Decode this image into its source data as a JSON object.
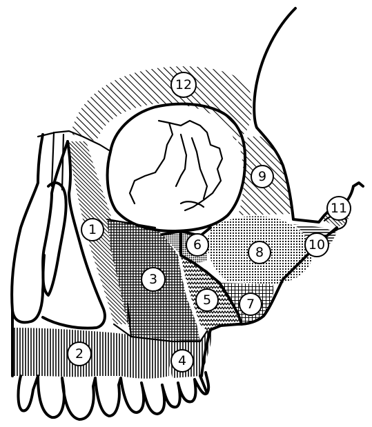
{
  "diagram": {
    "type": "anatomical-line-drawing",
    "subject": "skull-maxilla-lateral",
    "regions": [
      {
        "id": "r1",
        "label": "1",
        "pattern": "diag-dense"
      },
      {
        "id": "r2",
        "label": "2",
        "pattern": "vertical"
      },
      {
        "id": "r3",
        "label": "3",
        "pattern": "crosshatch"
      },
      {
        "id": "r4",
        "label": "4",
        "pattern": "vertical"
      },
      {
        "id": "r5",
        "label": "5",
        "pattern": "zigzag"
      },
      {
        "id": "r6",
        "label": "6",
        "pattern": "dots-dense"
      },
      {
        "id": "r7",
        "label": "7",
        "pattern": "small-grid"
      },
      {
        "id": "r8",
        "label": "8",
        "pattern": "dots"
      },
      {
        "id": "r9",
        "label": "9",
        "pattern": "diag-wide"
      },
      {
        "id": "r10",
        "label": "10",
        "pattern": "horizontal"
      },
      {
        "id": "r11",
        "label": "11",
        "pattern": "diag-dense"
      },
      {
        "id": "r12",
        "label": "12",
        "pattern": "diag-wide"
      }
    ]
  }
}
